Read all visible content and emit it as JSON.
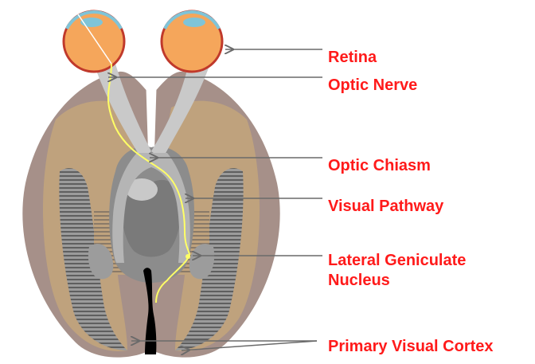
{
  "labels": {
    "retina": "Retina",
    "optic_nerve": "Optic Nerve",
    "optic_chiasm": "Optic Chiasm",
    "visual_pathway": "Visual Pathway",
    "lgn_line1": "Lateral Geniculate",
    "lgn_line2": "Nucleus",
    "primary_visual_cortex": "Primary Visual Cortex"
  },
  "colors": {
    "label": "#ff1a1a",
    "brain_outer": "#a69089",
    "brain_inner": "#bfa27d",
    "gray_matter": "#8c8c8c",
    "nerve": "#c9c9c9",
    "eyeball": "#f5a65b",
    "eye_rim": "#c0392b",
    "iris": "#7fc4d8",
    "pathway": "#ffff66",
    "leader": "#6a6a6a",
    "fissure": "#000000"
  }
}
